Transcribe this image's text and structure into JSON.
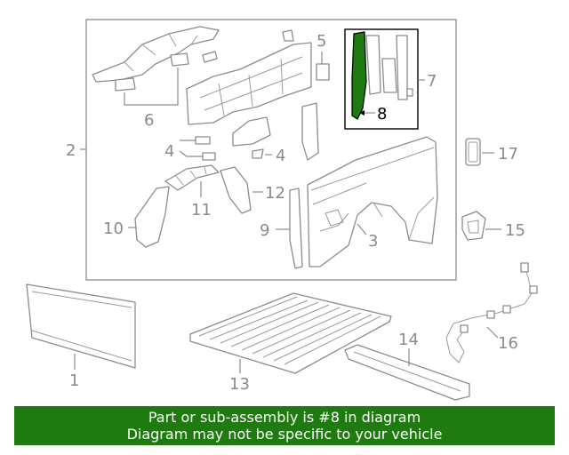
{
  "diagram": {
    "callouts": [
      {
        "id": "c1",
        "text": "1"
      },
      {
        "id": "c2",
        "text": "2"
      },
      {
        "id": "c3",
        "text": "3"
      },
      {
        "id": "c4a",
        "text": "4"
      },
      {
        "id": "c4b",
        "text": "4"
      },
      {
        "id": "c5",
        "text": "5"
      },
      {
        "id": "c6",
        "text": "6"
      },
      {
        "id": "c7",
        "text": "7"
      },
      {
        "id": "c8",
        "text": "8"
      },
      {
        "id": "c9",
        "text": "9"
      },
      {
        "id": "c10",
        "text": "10"
      },
      {
        "id": "c11",
        "text": "11"
      },
      {
        "id": "c12",
        "text": "12"
      },
      {
        "id": "c13",
        "text": "13"
      },
      {
        "id": "c14",
        "text": "14"
      },
      {
        "id": "c15",
        "text": "15"
      },
      {
        "id": "c16",
        "text": "16"
      },
      {
        "id": "c17",
        "text": "17"
      }
    ],
    "highlighted_part": "8",
    "colors": {
      "line": "#8c8c8c",
      "highlight_part": "#1f7a10",
      "banner_bg": "#1f7a10",
      "banner_text": "#ffffff"
    }
  },
  "banner": {
    "line1": "Part or sub-assembly is #8 in diagram",
    "line2": "Diagram may not be specific to your vehicle"
  }
}
